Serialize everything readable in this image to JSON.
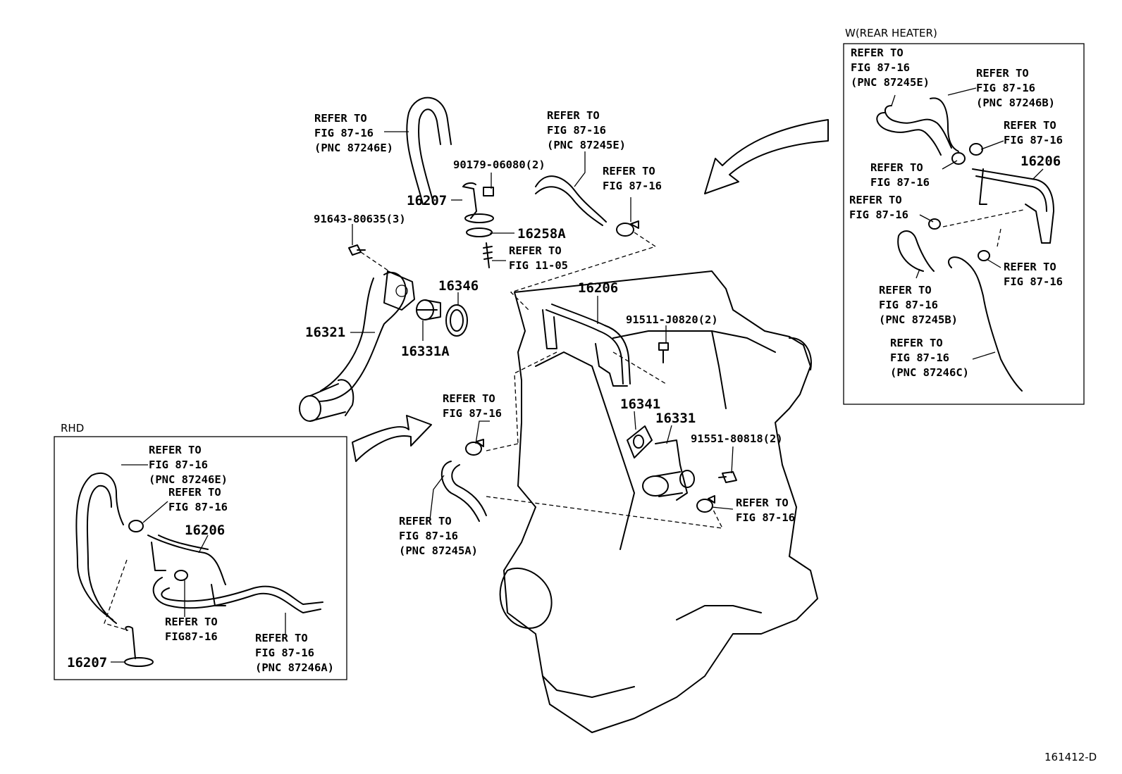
{
  "diagram_id": "161412-D",
  "rhd_box": {
    "title": "RHD",
    "labels": {
      "refer_pnc_87246e": [
        "REFER TO",
        "FIG 87-16",
        "(PNC 87246E)"
      ],
      "refer_clamp_top": [
        "REFER TO",
        "FIG 87-16"
      ],
      "part_16206": "16206",
      "refer_clamp_mid": [
        "REFER TO",
        "FIG87-16"
      ],
      "refer_pnc_87246a": [
        "REFER TO",
        "FIG 87-16",
        "(PNC 87246A)"
      ],
      "part_16207": "16207"
    }
  },
  "rear_heater_box": {
    "title": "W(REAR HEATER)",
    "labels": {
      "refer_pnc_87245e": [
        "REFER TO",
        "FIG 87-16",
        "(PNC 87245E)"
      ],
      "refer_pnc_87246b": [
        "REFER TO",
        "FIG 87-16",
        "(PNC 87246B)"
      ],
      "refer_clamp_right": [
        "REFER TO",
        "FIG 87-16"
      ],
      "refer_clamp_left": [
        "REFER TO",
        "FIG 87-16"
      ],
      "part_16206": "16206",
      "refer_clamp_left2": [
        "REFER TO",
        "FIG 87-16"
      ],
      "refer_clamp_right2": [
        "REFER TO",
        "FIG 87-16"
      ],
      "refer_pnc_87245b": [
        "REFER TO",
        "FIG 87-16",
        "(PNC 87245B)"
      ],
      "refer_pnc_87246c": [
        "REFER TO",
        "FIG 87-16",
        "(PNC 87246C)"
      ]
    }
  },
  "main": {
    "labels": {
      "refer_pnc_87246e": [
        "REFER TO",
        "FIG 87-16",
        "(PNC 87246E)"
      ],
      "refer_pnc_87245e": [
        "REFER TO",
        "FIG 87-16",
        "(PNC 87245E)"
      ],
      "bolt_90179": "90179-06080(2)",
      "part_16207": "16207",
      "refer_clamp_top": [
        "REFER TO",
        "FIG 87-16"
      ],
      "bolt_91643": "91643-80635(3)",
      "part_16258a": "16258A",
      "refer_fig_11_05": [
        "REFER TO",
        "FIG 11-05"
      ],
      "part_16346": "16346",
      "part_16206": "16206",
      "part_16321": "16321",
      "part_16331a": "16331A",
      "bolt_91511": "91511-J0820(2)",
      "refer_clamp_left": [
        "REFER TO",
        "FIG 87-16"
      ],
      "part_16341": "16341",
      "part_16331": "16331",
      "bolt_91551": "91551-80818(2)",
      "refer_pnc_87245a": [
        "REFER TO",
        "FIG 87-16",
        "(PNC 87245A)"
      ],
      "refer_clamp_right": [
        "REFER TO",
        "FIG 87-16"
      ]
    }
  }
}
